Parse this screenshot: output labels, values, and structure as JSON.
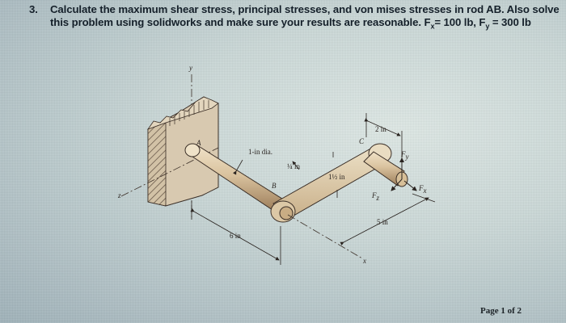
{
  "problem": {
    "number": "3.",
    "line1": "Calculate the maximum shear stress, principal stresses, and von mises stresses in rod AB. Also solve",
    "line2_prefix": "this problem using solidworks and make sure your results are reasonable. F",
    "fx_sub": "x",
    "fx_value": "= 100 lb, F",
    "fy_sub": "y",
    "fy_value": " = 300 lb"
  },
  "figure": {
    "axes": {
      "y": "y",
      "z": "z",
      "x": "x"
    },
    "points": {
      "A": "A",
      "B": "B",
      "C": "C"
    },
    "dimensions": {
      "rod_diameter": "1-in dia.",
      "quarter_in": "¼ in",
      "arm_width": "1½ in",
      "two_in": "2 in",
      "five_in": "5 in",
      "six_in": "6 in"
    },
    "forces": {
      "Fy": "F",
      "Fy_sub": "y",
      "Fx": "F",
      "Fx_sub": "x",
      "Fz": "F",
      "Fz_sub": "z"
    }
  },
  "footer": {
    "page": "Page 1 of 2"
  },
  "colors": {
    "text": "#15202a",
    "rod_fill": "#d9c4a3",
    "rod_shadow": "#a88a66",
    "wall_fill": "#d8c9b0",
    "outline": "#3a2e26"
  }
}
